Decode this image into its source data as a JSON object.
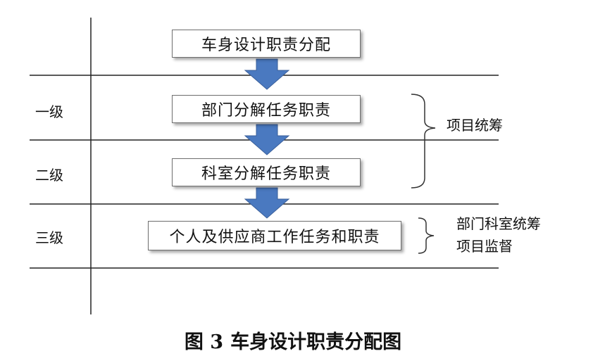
{
  "diagram": {
    "boxes": [
      {
        "id": "allocation",
        "label": "车身设计职责分配"
      },
      {
        "id": "department",
        "label": "部门分解任务职责"
      },
      {
        "id": "section",
        "label": "科室分解任务职责"
      },
      {
        "id": "individual",
        "label": "个人及供应商工作任务和职责"
      }
    ],
    "levels": [
      "一级",
      "二级",
      "三级"
    ],
    "notes": {
      "project": "项目统筹",
      "dept_line1": "部门科室统筹",
      "dept_line2": "项目监督"
    },
    "colors": {
      "arrow": "#4a79c0",
      "arrow_stroke": "#3a5f9a",
      "lines": "#222222",
      "box_border": "#6f6f6f"
    }
  },
  "caption": {
    "number": "图 3",
    "title": "车身设计职责分配图"
  }
}
